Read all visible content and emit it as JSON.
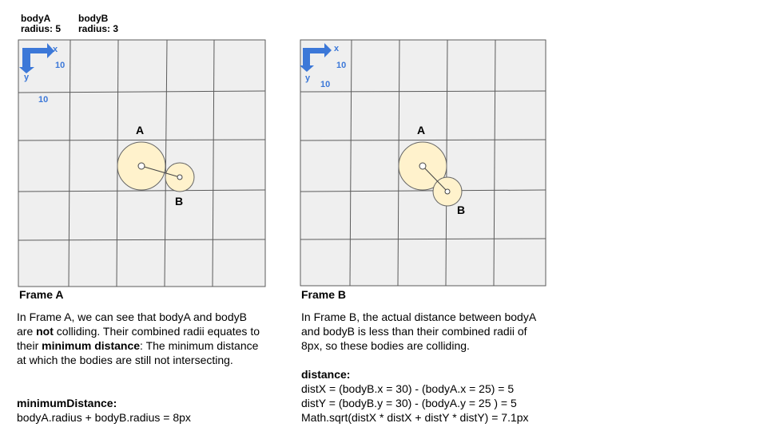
{
  "header": {
    "bodyA_label": "bodyA",
    "bodyA_radius": "radius: 5",
    "bodyB_label": "bodyB",
    "bodyB_radius": "radius: 3"
  },
  "colors": {
    "grid_fill": "#efefef",
    "grid_line": "#5b5b5b",
    "circle_fill": "#fff2cc",
    "circle_stroke": "#666666",
    "axis_blue": "#3c78d8"
  },
  "frame_a": {
    "axis_x": "x",
    "axis_y": "y",
    "unit_x": "10",
    "unit_y": "10",
    "label_a": "A",
    "label_b": "B",
    "title": "Frame A",
    "para_1": "In Frame A, we can see that bodyA and bodyB are ",
    "para_not": "not",
    "para_2": " colliding.  Their combined radii equates to their ",
    "para_min": "minimum distance",
    "para_3": ": The minimum distance at which the bodies are still not intersecting.",
    "min_title": "minimumDistance:",
    "min_formula": "bodyA.radius + bodyB.radius = 8px"
  },
  "frame_b": {
    "axis_x": "x",
    "axis_y": "y",
    "unit_x": "10",
    "unit_y": "10",
    "label_a": "A",
    "label_b": "B",
    "title": "Frame B",
    "para": "In Frame B, the actual distance between bodyA and bodyB is less than their combined radii of 8px, so these bodies are colliding.",
    "dist_title": "distance:",
    "dist_x": "distX = (bodyB.x = 30) - (bodyA.x = 25) = 5",
    "dist_y": "distY = (bodyB.y = 30) - (bodyA.y = 25 ) = 5",
    "dist_sqrt": "Math.sqrt(distX * distX + distY * distY) = 7.1px"
  }
}
